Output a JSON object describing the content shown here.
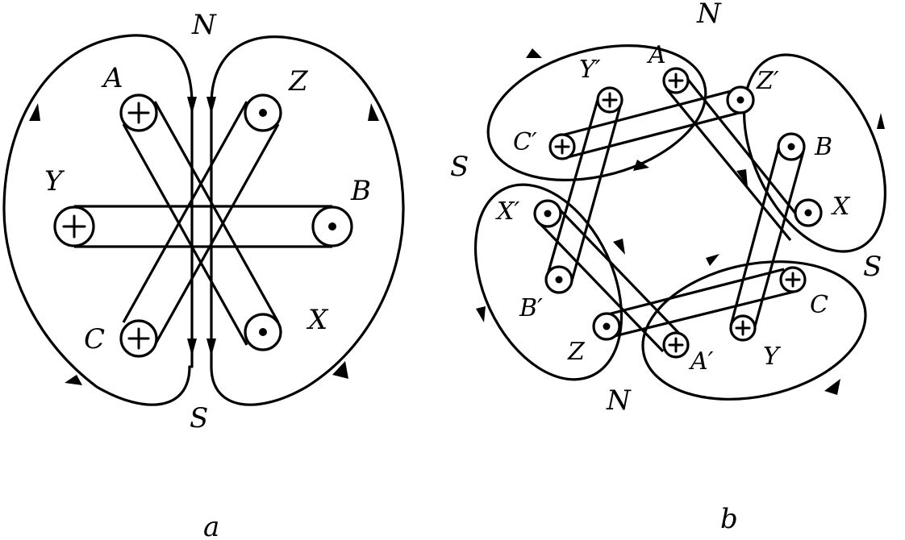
{
  "panel_a": {
    "caption": "a",
    "pole_top": "N",
    "pole_bottom": "S",
    "coils": {
      "A": "A",
      "Z": "Z",
      "Y": "Y",
      "B": "B",
      "C": "C",
      "X": "X"
    }
  },
  "panel_b": {
    "caption": "b",
    "poles": {
      "N_top": "N",
      "S_left": "S",
      "S_right": "S",
      "N_bottom": "N"
    },
    "coils": {
      "A": "A",
      "Y_prime": "Y′",
      "Z_prime": "Z′",
      "C_prime": "C′",
      "B": "B",
      "X": "X",
      "X_prime": "X′",
      "B_prime": "B′",
      "Z": "Z",
      "A_prime": "A′",
      "Y": "Y",
      "C": "C"
    }
  },
  "symbols": {
    "plus": "+",
    "dot": "•"
  }
}
